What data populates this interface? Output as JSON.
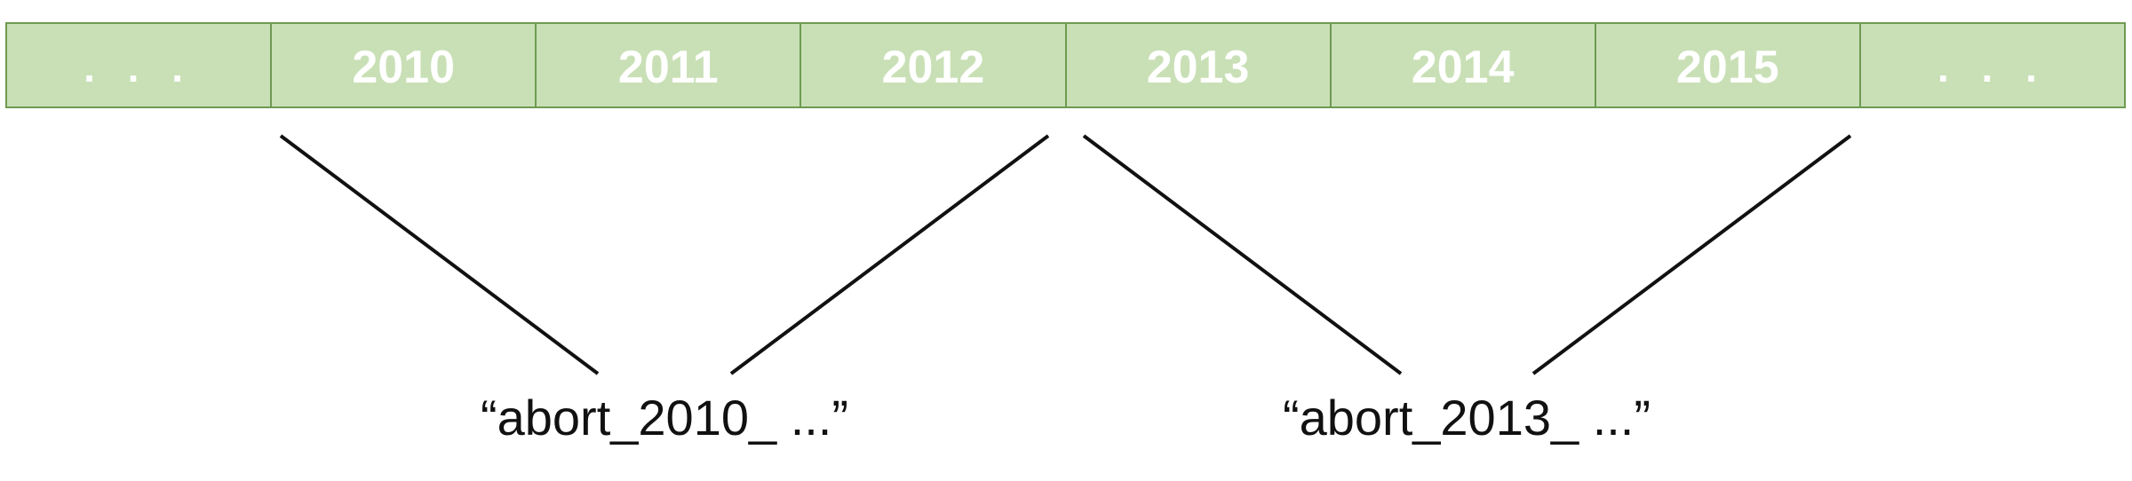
{
  "timeline": {
    "cells": [
      ". . .",
      "2010",
      "2011",
      "2012",
      "2013",
      "2014",
      "2015",
      ". . ."
    ]
  },
  "groups": [
    {
      "label": "“abort_2010_ ...”"
    },
    {
      "label": "“abort_2013_ ...”"
    }
  ],
  "colors": {
    "cell_fill": "#c9e0b6",
    "cell_border": "#6f9a52",
    "cell_text": "#ffffff",
    "line": "#111111"
  }
}
